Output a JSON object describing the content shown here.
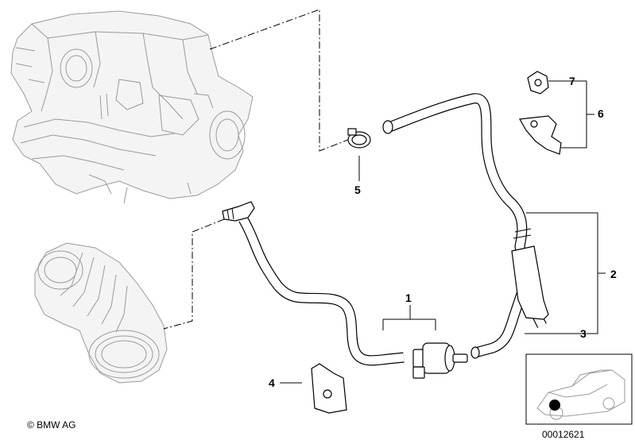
{
  "copyright": "© BMW AG",
  "diagram_id": "00012621",
  "callouts": {
    "c1": "1",
    "c2": "2",
    "c3": "3",
    "c4": "4",
    "c5": "5",
    "c6": "6",
    "c7": "7"
  },
  "icons": {
    "manifold": "intake-manifold-icon",
    "boot": "intake-boot-icon",
    "car": "car-location-thumbnail-icon"
  }
}
